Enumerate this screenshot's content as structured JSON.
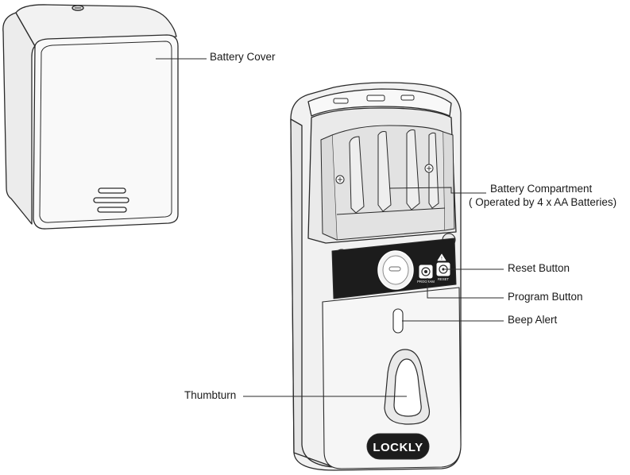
{
  "labels": {
    "battery_cover": "Battery Cover",
    "battery_compartment": "Battery Compartment",
    "battery_compartment_note": "( Operated by 4 x AA Batteries)",
    "reset_button": "Reset Button",
    "program_button": "Program Button",
    "beep_alert": "Beep Alert",
    "thumbturn": "Thumbturn"
  },
  "panel_text": {
    "program": "PROGRAM",
    "reset": "RESET"
  },
  "logo": "LOCKLY",
  "colors": {
    "line": "#2a2a2a",
    "panel": "#1c1c1c",
    "body": "#f4f4f4"
  }
}
